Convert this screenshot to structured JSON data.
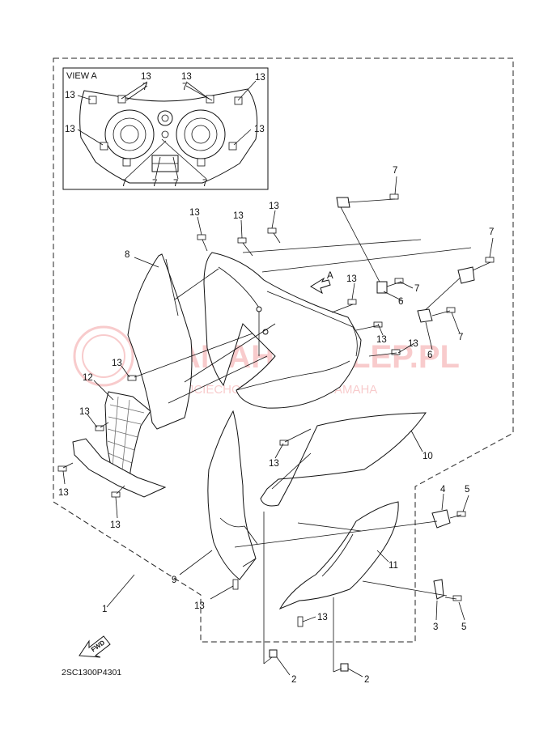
{
  "view": {
    "title": "VIEW A"
  },
  "callouts": {
    "n1": "1",
    "n2": "2",
    "n3": "3",
    "n4": "4",
    "n5": "5",
    "n6": "6",
    "n7": "7",
    "n8": "8",
    "n9": "9",
    "n10": "10",
    "n11": "11",
    "n12": "12",
    "n13": "13"
  },
  "direction_arrow_label": "A",
  "fwd_label": "FWD",
  "diagram_code": "2SC1300P4301",
  "watermark": {
    "brand": "YAMAHA SKLEP.PL",
    "subtitle": "WOJCIECHOWICZ DEALER YAMAHA",
    "color": "#e0181b"
  }
}
